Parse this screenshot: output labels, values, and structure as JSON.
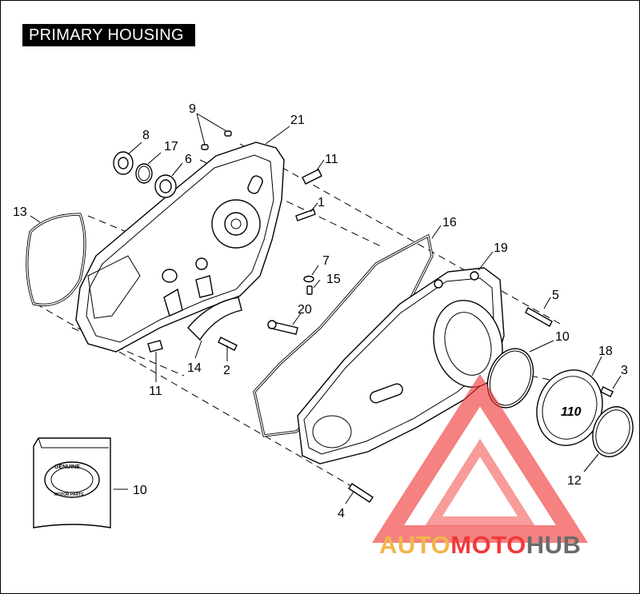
{
  "title": "PRIMARY HOUSING",
  "callouts": [
    {
      "id": "c9",
      "label": "9"
    },
    {
      "id": "c21",
      "label": "21"
    },
    {
      "id": "c8",
      "label": "8"
    },
    {
      "id": "c17",
      "label": "17"
    },
    {
      "id": "c6",
      "label": "6"
    },
    {
      "id": "c11a",
      "label": "11"
    },
    {
      "id": "c13",
      "label": "13"
    },
    {
      "id": "c1",
      "label": "1"
    },
    {
      "id": "c16",
      "label": "16"
    },
    {
      "id": "c19",
      "label": "19"
    },
    {
      "id": "c7",
      "label": "7"
    },
    {
      "id": "c15",
      "label": "15"
    },
    {
      "id": "c5",
      "label": "5"
    },
    {
      "id": "c20",
      "label": "20"
    },
    {
      "id": "c10a",
      "label": "10"
    },
    {
      "id": "c18",
      "label": "18"
    },
    {
      "id": "c14",
      "label": "14"
    },
    {
      "id": "c2",
      "label": "2"
    },
    {
      "id": "c3",
      "label": "3"
    },
    {
      "id": "c11b",
      "label": "11"
    },
    {
      "id": "c12",
      "label": "12"
    },
    {
      "id": "c10b",
      "label": "10"
    },
    {
      "id": "c4",
      "label": "4"
    }
  ],
  "derby_cover_badge": "110",
  "sealant_box": {
    "badge_top": "GENUINE",
    "badge_bottom": "MOTOR PARTS"
  },
  "watermark": {
    "part_a": "AUTO",
    "part_b": "MOTO",
    "part_c": "HUB"
  },
  "footer_text": "",
  "colors": {
    "watermark_triangle": "#ef3a3a",
    "watermark_auto": "#f2b64a",
    "watermark_moto": "#ef3a3a",
    "watermark_hub": "#6b6b6b"
  }
}
